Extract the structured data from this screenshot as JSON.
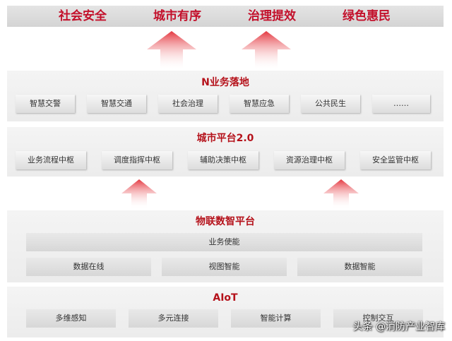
{
  "goals": [
    "社会安全",
    "城市有序",
    "治理提效",
    "绿色惠民"
  ],
  "layers": {
    "business": {
      "title": "N业务落地",
      "items": [
        "智慧交警",
        "智慧交通",
        "社会治理",
        "智慧应急",
        "公共民生",
        "……"
      ]
    },
    "city_platform": {
      "title": "城市平台2.0",
      "items": [
        "业务流程中枢",
        "调度指挥中枢",
        "辅助决策中枢",
        "资源治理中枢",
        "安全监管中枢"
      ]
    },
    "iot_platform": {
      "title": "物联数智平台",
      "enablement": "业务使能",
      "items": [
        "数据在线",
        "视图智能",
        "数据智能"
      ]
    },
    "aiot": {
      "title": "AIoT",
      "items": [
        "多维感知",
        "多元连接",
        "智能计算",
        "控制交互"
      ]
    }
  },
  "watermark": "头条 @消防产业智库",
  "colors": {
    "accent": "#c3102b",
    "arrow_red": "#e4373f",
    "chip_text": "#333333"
  }
}
